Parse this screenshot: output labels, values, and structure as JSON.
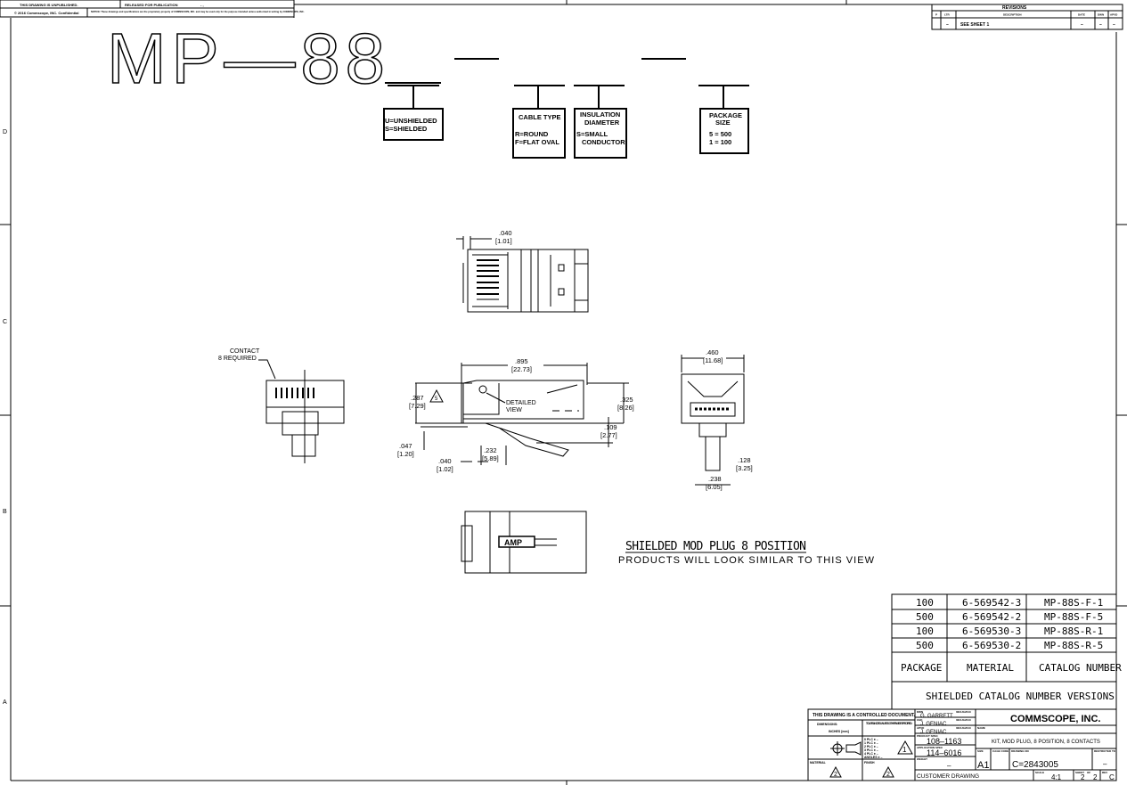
{
  "header": {
    "unpublished": "THIS DRAWING IS UNPUBLISHED.",
    "released": "RELEASED FOR PUBLICATION",
    "released_value": "- ,",
    "copyright": "© 2016 Commscope, INC. Confidential",
    "notice": "NOTICE: These drawings and specifications are the proprietary property of COMMSCOPE, INC. and may be used only for the purpose intended unless authorized in writing by COMMSCOPE, INC."
  },
  "revisions": {
    "title": "REVISIONS",
    "columns": [
      "P",
      "LTR",
      "DESCRIPTION",
      "DATE",
      "DWN",
      "APVD"
    ],
    "rows": [
      [
        "",
        "–",
        "SEE SHEET 1",
        "–",
        "–",
        "–"
      ]
    ]
  },
  "zones": [
    "D",
    "C",
    "B",
    "A"
  ],
  "part_code": {
    "prefix": "MP—88",
    "blank1": "_",
    "blank2": "—",
    "blank3": "—"
  },
  "callouts": [
    {
      "lines": [
        "U=UNSHIELDED",
        "S=SHIELDED"
      ]
    },
    {
      "lines": [
        "CABLE TYPE",
        "",
        "R=ROUND",
        "F=FLAT OVAL"
      ]
    },
    {
      "lines": [
        "INSULATION",
        "DIAMETER",
        "S=SMALL",
        "CONDUCTOR"
      ]
    },
    {
      "lines": [
        "PACKAGE",
        "SIZE",
        "5 = 500",
        "1 = 100"
      ]
    }
  ],
  "dimensions": {
    "top_040": ".040",
    "top_040_mm": "[1.01]",
    "contact_label_1": "CONTACT",
    "contact_label_2": "8 REQUIRED",
    "d895": ".895",
    "d895_mm": "[22.73]",
    "d287": ".287",
    "d287_mm": "[7.29]",
    "note5": "5",
    "detailed_1": "DETAILED",
    "detailed_2": "VIEW",
    "d325": ".325",
    "d325_mm": "[8.26]",
    "d109": ".109",
    "d109_mm": "[2.77]",
    "d047": ".047",
    "d047_mm": "[1.20]",
    "d232": ".232",
    "d232_mm": "[5.89]",
    "d040": ".040",
    "d040_mm": "[1.02]",
    "d460": ".460",
    "d460_mm": "[11.68]",
    "d128": ".128",
    "d128_mm": "[3.25]",
    "d238": ".238",
    "d238_mm": "[6.05]"
  },
  "view_note": {
    "logo": "AMP",
    "title": "SHIELDED MOD PLUG 8 POSITION",
    "subtitle": "PRODUCTS WILL LOOK SIMILAR TO THIS VIEW"
  },
  "catalog_table": {
    "rows": [
      [
        "100",
        "6-569542-3",
        "MP-88S-F-1"
      ],
      [
        "500",
        "6-569542-2",
        "MP-88S-F-5"
      ],
      [
        "100",
        "6-569530-3",
        "MP-88S-R-1"
      ],
      [
        "500",
        "6-569530-2",
        "MP-88S-R-5"
      ]
    ],
    "headers": [
      "PACKAGE",
      "MATERIAL",
      "CATALOG NUMBER"
    ],
    "caption": "SHIELDED CATALOG NUMBER VERSIONS"
  },
  "title_block": {
    "controlled": "THIS DRAWING IS A CONTROLLED DOCUMENT.",
    "dimensions_label": "DIMENSIONS:",
    "units": "INCHES [mm]",
    "tolerances_label": "TOLERANCES UNLESS OTHERWISE SPECIFIED:",
    "tolerances": [
      "0 PLC  ± –",
      "1 PLC  ± –",
      "2 PLC  ± –",
      "3 PLC  ± –",
      "4 PLC  ± –",
      "ANGLES  ± –"
    ],
    "note1": "1",
    "material_label": "MATERIAL",
    "finish_label": "FINISH",
    "note2": "2",
    "dwn_label": "DWN",
    "dwn": "G. GARRETT",
    "dwn_date": "08AUG2013",
    "chk_label": "CHK",
    "chk": "J. GENIAC",
    "chk_date": "08AUG2013",
    "appd_label": "APVD",
    "appd": "J. GENIAC",
    "appd_date": "08AUG2013",
    "product_spec_label": "PRODUCT SPEC",
    "product_spec": "108–1163",
    "application_spec_label": "APPLICATION SPEC",
    "application_spec": "114–6016",
    "weight_label": "WEIGHT",
    "weight": "–",
    "company": "COMMSCOPE, INC.",
    "name_label": "NAME",
    "name": "KIT, MOD PLUG, 8 POSITION, 8 CONTACTS",
    "size_label": "SIZE",
    "size": "A1",
    "cage_label": "CAGE CODE",
    "drawing_no_label": "DRAWING NO",
    "drawing_no": "C=2843005",
    "restricted_label": "RESTRICTED TO",
    "restricted": "–",
    "customer_drawing": "CUSTOMER DRAWING",
    "scale_label": "SCALE",
    "scale": "4:1",
    "sheet_label": "SHEET",
    "sheet": "2",
    "of_label": "OF",
    "of": "2",
    "rev_label": "REV",
    "rev": "C"
  }
}
